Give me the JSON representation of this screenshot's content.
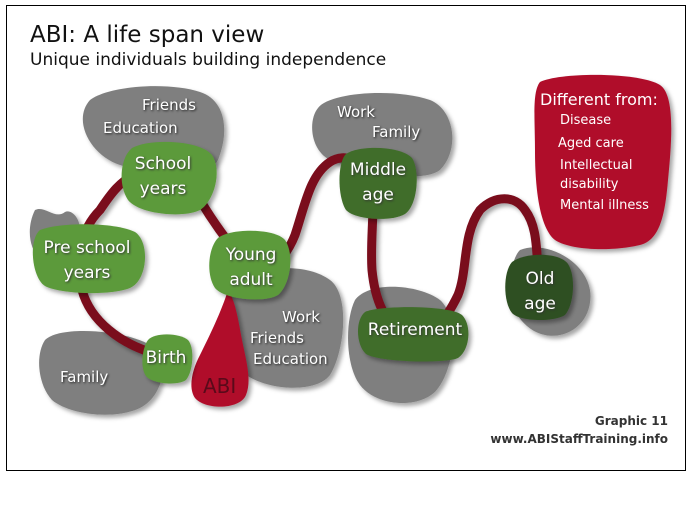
{
  "title": "ABI: A life span view",
  "subtitle": "Unique individuals building independence",
  "stages": {
    "birth": "Birth",
    "preschool": "Pre school\nyears",
    "school": "School\nyears",
    "young": "Young\nadult",
    "middle": "Middle\nage",
    "retirement": "Retirement",
    "old": "Old\nage"
  },
  "influences": {
    "friends_top": "Friends",
    "education_top": "Education",
    "work_top": "Work",
    "family_top": "Family",
    "family_bottom": "Family",
    "work_mid": "Work",
    "friends_mid": "Friends",
    "education_mid": "Education"
  },
  "abi_label": "ABI",
  "different": {
    "title": "Different from:",
    "items": [
      "Disease",
      "Aged care",
      "Intellectual\ndisability",
      "Mental illness"
    ]
  },
  "credit": {
    "graphic": "Graphic 11",
    "url": "www.ABIStaffTraining.info"
  },
  "colors": {
    "path": "#7a0a1c",
    "green": "#5b9a3a",
    "dark_green": "#3f6d2a",
    "darkest_green": "#2f4f22",
    "gray": "#8a8a8a",
    "red": "#b00d2c"
  }
}
